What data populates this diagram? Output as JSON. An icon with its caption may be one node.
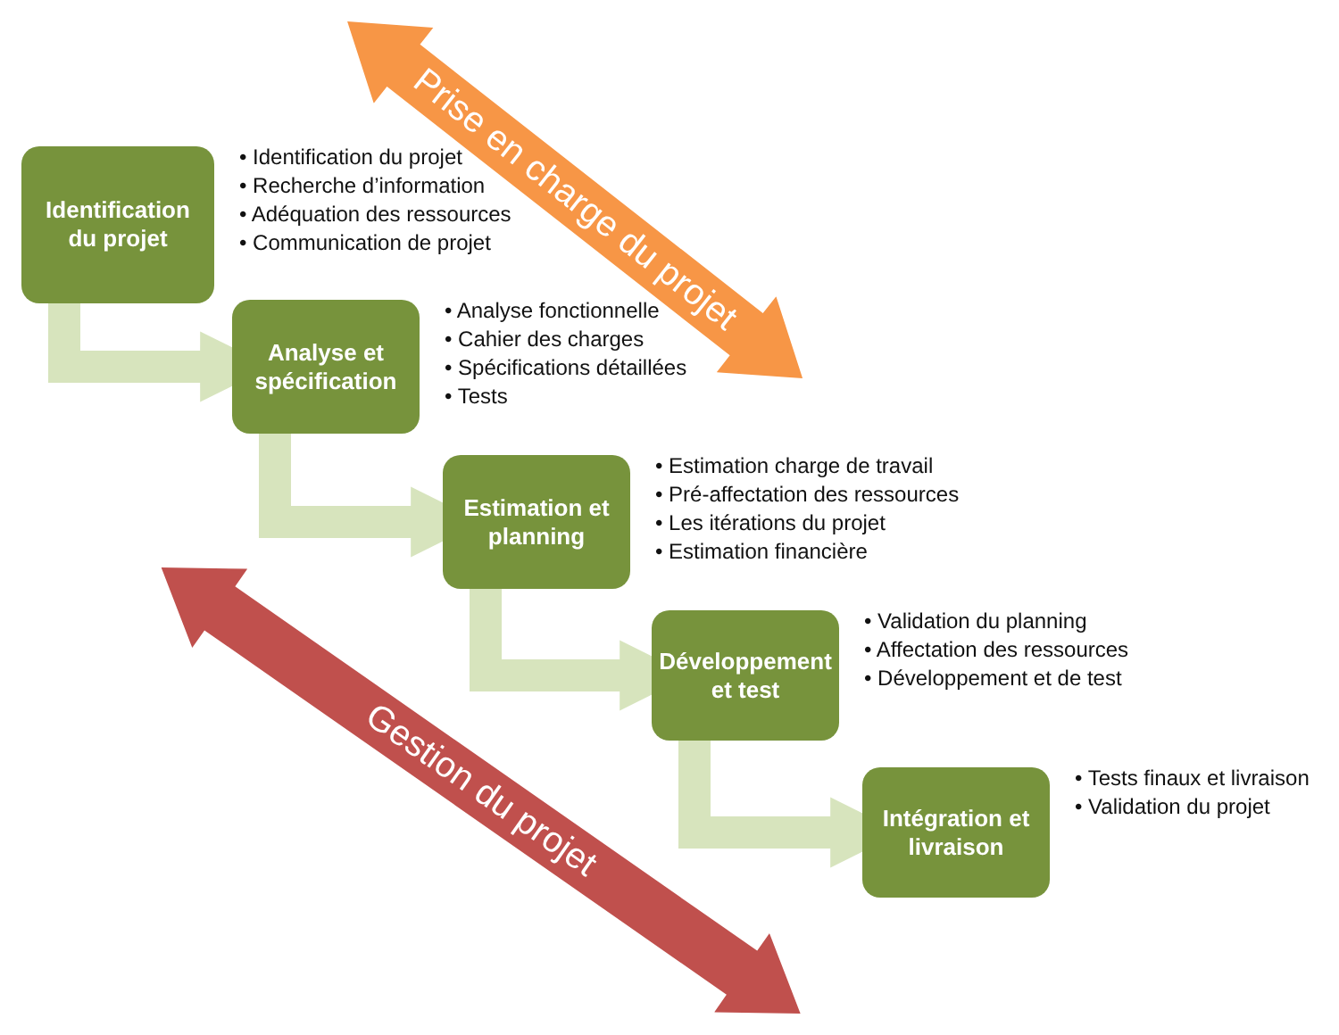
{
  "diagram": {
    "nodes": [
      {
        "text": [
          "Identification du projet"
        ],
        "beside": [
          "• Identification du projet",
          "• Recherche d’information",
          "• Adéquation des ressources",
          "• Communication de projet"
        ]
      },
      {
        "text": [
          "Analyse et spécification"
        ],
        "beside": [
          "• Analyse fonctionnelle",
          "• Cahier des charges",
          "• Spécifications détaillées",
          "• Tests"
        ]
      },
      {
        "text": [
          "Estimation et planning"
        ],
        "beside": [
          "• Estimation charge de travail",
          "• Pré-affectation des ressources",
          "• Les itérations du projet",
          "• Estimation financière"
        ]
      },
      {
        "text": [
          "Développement et test"
        ],
        "beside": [
          "• Validation du planning",
          "• Affectation des ressources",
          "• Développement et de test"
        ]
      },
      {
        "text": [
          "Intégration et livraison"
        ],
        "beside": [
          "• Tests finaux et livraison",
          "• Validation du projet"
        ]
      },
      {
        "text": [
          "Prise en charge du projet"
        ]
      },
      {
        "text": [
          "Gestion du projet"
        ]
      }
    ],
    "edges": [
      {
        "from": 0,
        "to": 1,
        "arrow": "to"
      },
      {
        "from": 1,
        "to": 2,
        "arrow": "to"
      },
      {
        "from": 2,
        "to": 3,
        "arrow": "to"
      },
      {
        "from": 3,
        "to": 4,
        "arrow": "to"
      }
    ]
  }
}
